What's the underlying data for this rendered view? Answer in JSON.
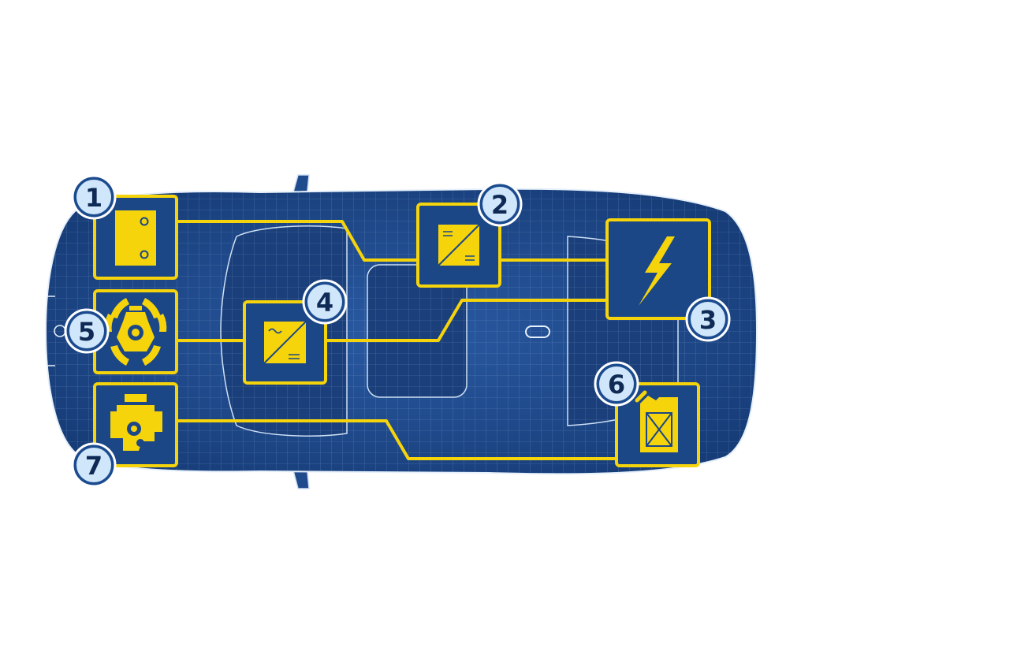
{
  "diagram": {
    "colors": {
      "body": "#1f4a8c",
      "body_dark": "#163a73",
      "mesh": "#9fc0ea",
      "accent": "#f5d40c",
      "badge_fill": "#1b4b8e",
      "badge_ring": "#ffffff",
      "badge_text": "#0e2a55",
      "badge_inner": "#cfe6fb"
    },
    "components": [
      {
        "number": "1",
        "icon": "battery-icon"
      },
      {
        "number": "2",
        "icon": "dc-dc-converter-icon"
      },
      {
        "number": "3",
        "icon": "lightning-bolt-icon"
      },
      {
        "number": "4",
        "icon": "ac-dc-inverter-icon"
      },
      {
        "number": "5",
        "icon": "electric-motor-icon"
      },
      {
        "number": "6",
        "icon": "fuel-can-icon"
      },
      {
        "number": "7",
        "icon": "combustion-engine-icon"
      }
    ]
  }
}
